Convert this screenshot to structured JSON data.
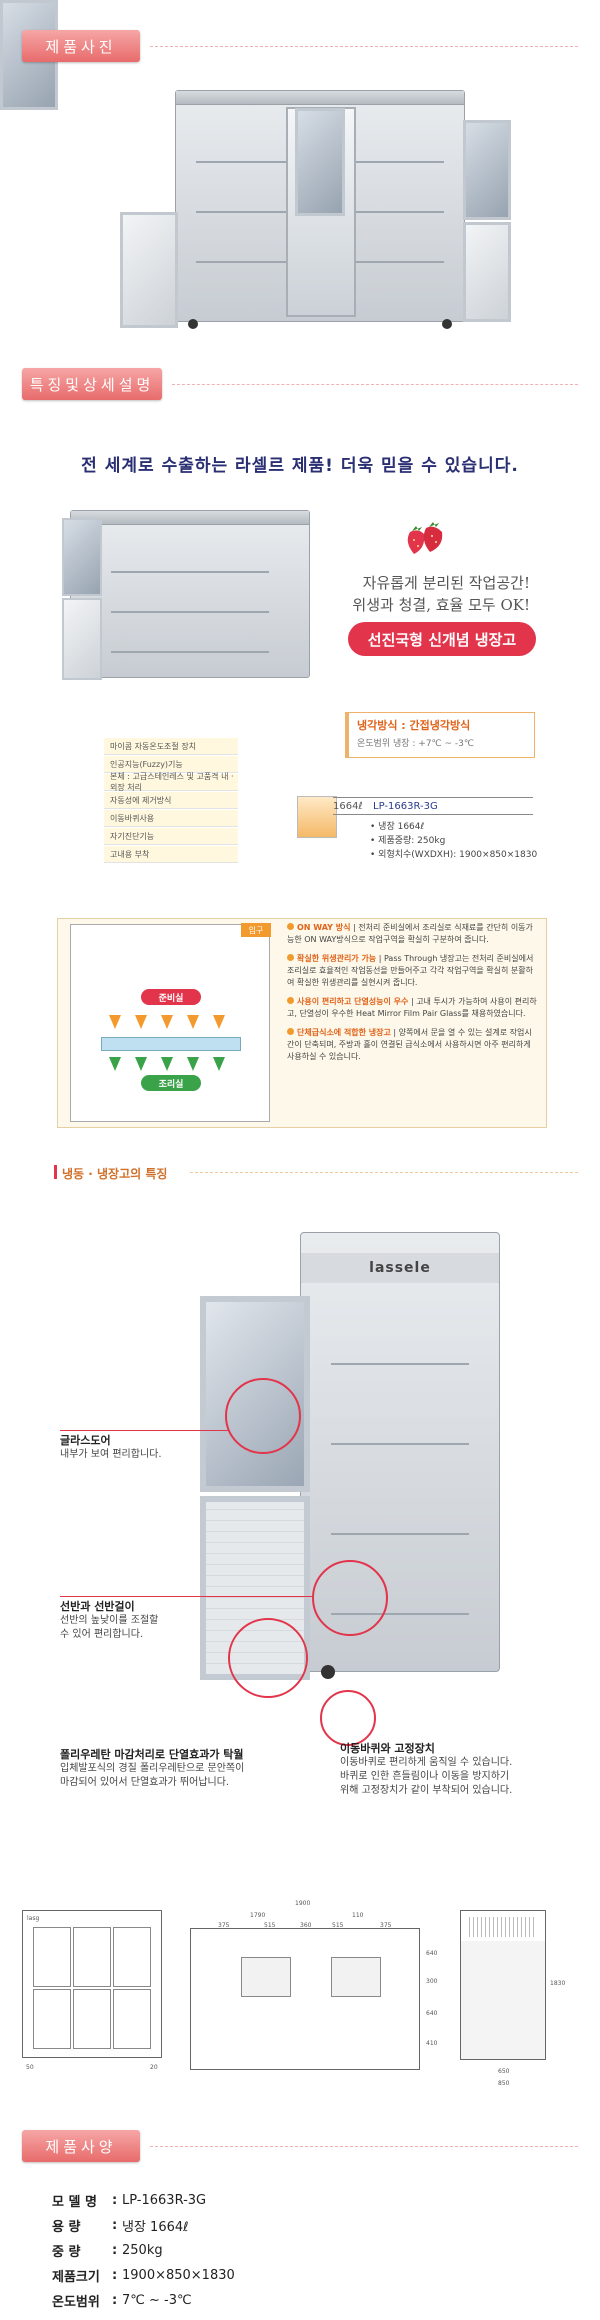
{
  "sections": {
    "photo_title": "제품사진",
    "feature_title": "특징및상세설명",
    "spec_title": "제품사양"
  },
  "slogan": "전 세계로 수출하는 라셀르 제품! 더욱 믿을 수 있습니다.",
  "tagline": {
    "line1": "자유롭게 분리된 작업공간!",
    "line2": "위생과 청결, 효율 모두 OK!",
    "badge": "선진국형 신개념 냉장고"
  },
  "cooling": {
    "method": "냉각방식 : 간접냉각방식",
    "temp_range": "온도범위 냉장 : +7℃ ~ -3℃"
  },
  "feature_list": [
    "마이콤 자동온도조절 장치",
    "인공지능(Fuzzy)기능",
    "본체 : 고급스테인레스 및 고품격 내 · 외장 처리",
    "자동성에 제거방식",
    "이동바퀴사용",
    "자기진단기능",
    "고내용 부착"
  ],
  "model_bar": {
    "capacity_code": "1664ℓ",
    "model": "LP-1663R-3G"
  },
  "spec_mini": [
    "• 냉장 1664ℓ",
    "• 제품중량: 250kg",
    "• 외형치수(WXDXH): 1900×850×1830"
  ],
  "plan_labels": {
    "entrance": "입구",
    "prep_room": "준비실",
    "cook_room": "조리실"
  },
  "flow_items": [
    {
      "head": "ON WAY 방식",
      "body": " | 전처리 준비실에서 조리실로 식재료를 간단히 이동가능한 ON WAY방식으로 작업구역을 확실히 구분하여 줍니다."
    },
    {
      "head": "확실한 위생관리가 가능",
      "body": " | Pass Through 냉장고는 전처리 준비실에서 조리실로 효율적인 작업동선을 만들어주고 각각 작업구역을 확실히 분활하여 확실한 위생관리를 실현시켜 줍니다."
    },
    {
      "head": "사용이 편리하고 단열성능이 우수",
      "body": " | 고내 투시가 가능하여 사용이 편리하고, 단열성이 우수한 Heat Mirror Film Pair Glass를 채용하였습니다."
    },
    {
      "head": "단체급식소에 적합한 냉장고",
      "body": " | 양쪽에서 문을 열 수 있는 설계로 작업시간이 단축되며, 주방과 홀이 연결된 급식소에서 사용하시면 아주 편리하게 사용하실 수 있습니다."
    }
  ],
  "fridge_feature_heading": "냉동 · 냉장고의 특징",
  "brand_logo": "lassele",
  "callouts": {
    "glass": {
      "title": "글라스도어",
      "desc": "내부가 보여 편리합니다."
    },
    "shelf": {
      "title": "선반과 선반걸이",
      "desc1": "선반의 높낮이를 조절할",
      "desc2": "수 있어 편리합니다."
    },
    "insulation": {
      "title": "폴리우레탄 마감처리로 단열효과가 탁월",
      "desc1": "입체발포식의 경질 폴리우레탄으로 문안쪽이",
      "desc2": "마감되어 있어서 단열효과가 뛰어납니다."
    },
    "wheel": {
      "title": "이동바퀴와 고정장치",
      "desc1": "이동바퀴로 편리하게 움직일 수 있습니다.",
      "desc2": "바퀴로 인한 흔들림이나 이동을 방지하기",
      "desc3": "위해 고정장치가 같이 부착되어 있습니다."
    }
  },
  "dims": {
    "top_total": "1900",
    "top_left": "1790",
    "top_right": "110",
    "seg1": "375",
    "seg2": "515",
    "seg3": "360",
    "seg4": "515",
    "seg5": "375",
    "h1": "640",
    "h2": "300",
    "h3": "640",
    "h4": "410",
    "h_total": "1830",
    "side_650": "650",
    "side_850": "850",
    "front_50": "50",
    "front_20": "20",
    "front_label": "lasg"
  },
  "spec_table": [
    {
      "key": "모 델 명",
      "value": "LP-1663R-3G"
    },
    {
      "key": "용 량",
      "value": "냉장 1664ℓ"
    },
    {
      "key": "중 량",
      "value": "250kg"
    },
    {
      "key": "제품크기",
      "value": "1900×850×1830"
    },
    {
      "key": "온도범위",
      "value": "7℃ ~ -3℃"
    }
  ],
  "colors": {
    "accent_red": "#e2354b",
    "tab_pink": "#e86b6b",
    "orange": "#f29a2e",
    "navy": "#2a2f73"
  }
}
